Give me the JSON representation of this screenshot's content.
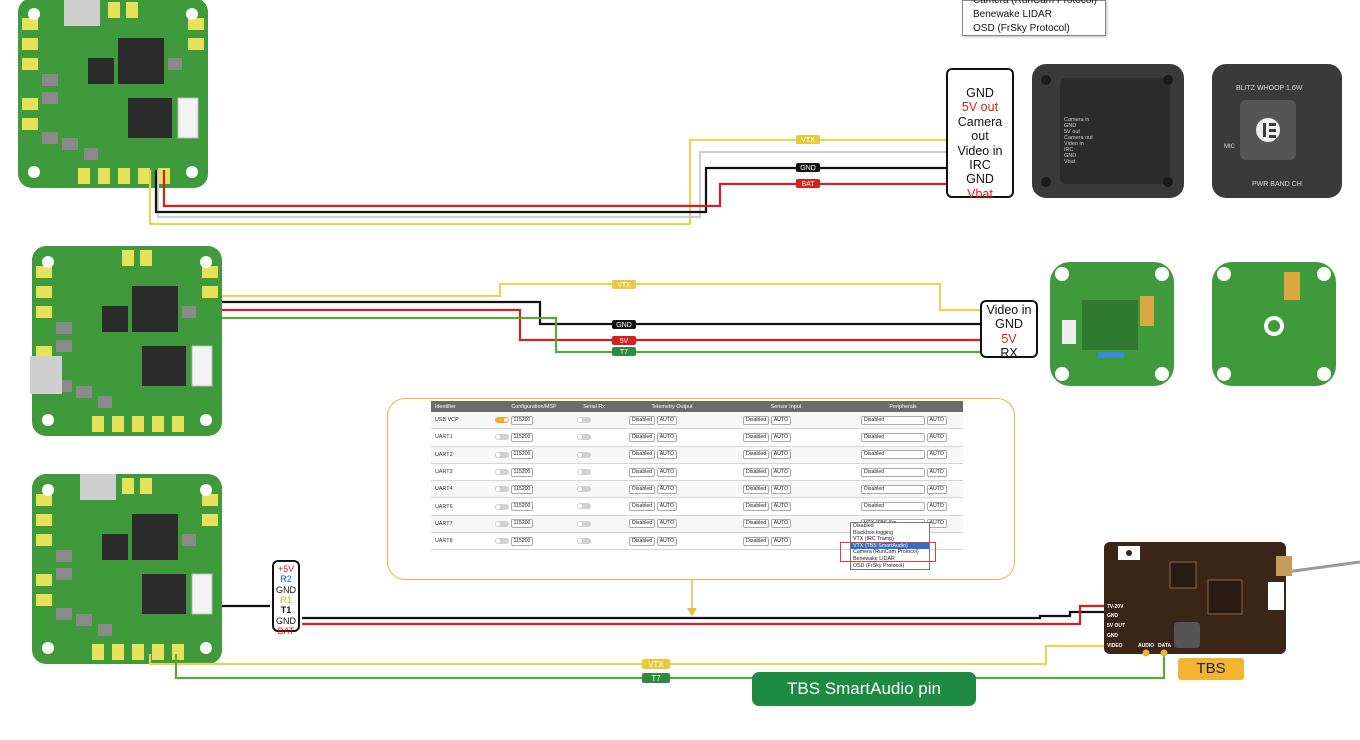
{
  "top_dropdown": {
    "items": [
      "Camera (RunCam Protocol)",
      "Benewake LIDAR",
      "OSD (FrSky Protocol)"
    ]
  },
  "section1": {
    "pin_labels": [
      {
        "text": "GND",
        "color": "#111111"
      },
      {
        "text": "5V out",
        "color": "#d42020"
      },
      {
        "text": "Camera out",
        "color": "#111111"
      },
      {
        "text": "Video in",
        "color": "#111111"
      },
      {
        "text": "IRC",
        "color": "#111111"
      },
      {
        "text": "GND",
        "color": "#111111"
      },
      {
        "text": "Vbat",
        "color": "#d42020"
      }
    ],
    "wire_tags": [
      "VTX",
      "GND",
      "BAT"
    ],
    "vtx_front_silkscreen": [
      "Camera in",
      "GND",
      "5V out",
      "Camera out",
      "Video in",
      "IRC",
      "GND",
      "Vbat"
    ],
    "vtx_back": {
      "title": "BLITZ WHOOP 1.6W",
      "mic": "MIC",
      "buttons": "PWR BAND CH"
    }
  },
  "section2": {
    "pin_labels": [
      {
        "text": "Video in",
        "color": "#111111"
      },
      {
        "text": "GND",
        "color": "#111111"
      },
      {
        "text": "5V",
        "color": "#d42020"
      },
      {
        "text": "RX",
        "color": "#111111"
      }
    ],
    "wire_tags": [
      "VTX",
      "GND",
      "5V",
      "T7"
    ]
  },
  "section3": {
    "fc_pins": [
      {
        "text": "+5V",
        "color": "#d42020"
      },
      {
        "text": "R2",
        "color": "#1a56b0"
      },
      {
        "text": "GND",
        "color": "#111111"
      },
      {
        "text": "R1",
        "color": "#d9b500"
      },
      {
        "text": "T1",
        "color": "#111111"
      },
      {
        "text": "GND",
        "color": "#111111"
      },
      {
        "text": "BAT",
        "color": "#d42020"
      }
    ],
    "tbs_pins": [
      "7V-20V",
      "GND",
      "5V OUT",
      "GND",
      "VIDEO"
    ],
    "tbs_bottom_pins": [
      "AUDIO",
      "DATA"
    ],
    "wire_tags": [
      "VTX",
      "T7"
    ],
    "tbs_badge": "TBS",
    "smartaudio_label": "TBS SmartAudio pin"
  },
  "ports_table": {
    "headers": [
      "Identifier",
      "Configuration/MSP",
      "Serial Rx",
      "Telemetry Output",
      "Sensor Input",
      "Peripherals"
    ],
    "rows": [
      {
        "id": "USB VCP",
        "msp_on": true,
        "baud": "115200",
        "rx_on": false,
        "telem": "Disabled",
        "telem_rate": "AUTO",
        "sensor": "Disabled",
        "sensor_rate": "AUTO",
        "periph": "Disabled",
        "periph_rate": "AUTO"
      },
      {
        "id": "UART1",
        "msp_on": false,
        "baud": "115200",
        "rx_on": false,
        "telem": "Disabled",
        "telem_rate": "AUTO",
        "sensor": "Disabled",
        "sensor_rate": "AUTO",
        "periph": "Disabled",
        "periph_rate": "AUTO"
      },
      {
        "id": "UART2",
        "msp_on": false,
        "baud": "115200",
        "rx_on": false,
        "telem": "Disabled",
        "telem_rate": "AUTO",
        "sensor": "Disabled",
        "sensor_rate": "AUTO",
        "periph": "Disabled",
        "periph_rate": "AUTO"
      },
      {
        "id": "UART3",
        "msp_on": false,
        "baud": "115200",
        "rx_on": false,
        "telem": "Disabled",
        "telem_rate": "AUTO",
        "sensor": "Disabled",
        "sensor_rate": "AUTO",
        "periph": "Disabled",
        "periph_rate": "AUTO"
      },
      {
        "id": "UART4",
        "msp_on": false,
        "baud": "115200",
        "rx_on": false,
        "telem": "Disabled",
        "telem_rate": "AUTO",
        "sensor": "Disabled",
        "sensor_rate": "AUTO",
        "periph": "Disabled",
        "periph_rate": "AUTO"
      },
      {
        "id": "UART6",
        "msp_on": false,
        "baud": "115200",
        "rx_on": false,
        "telem": "Disabled",
        "telem_rate": "AUTO",
        "sensor": "Disabled",
        "sensor_rate": "AUTO",
        "periph": "Disabled",
        "periph_rate": "AUTO"
      },
      {
        "id": "UART7",
        "msp_on": false,
        "baud": "115200",
        "rx_on": false,
        "telem": "Disabled",
        "telem_rate": "AUTO",
        "sensor": "Disabled",
        "sensor_rate": "AUTO",
        "periph": "VTX (TBS Sm",
        "periph_rate": "AUTO"
      },
      {
        "id": "UART8",
        "msp_on": false,
        "baud": "115200",
        "rx_on": false,
        "telem": "Disabled",
        "telem_rate": "AUTO",
        "sensor": "Disabled",
        "sensor_rate": "AUTO",
        "periph": "",
        "periph_rate": ""
      }
    ],
    "peripheral_dropdown": {
      "options": [
        "Disabled",
        "Blackbox logging",
        "VTX (IRC Tramp)",
        "VTX (TBS SmartAudio)",
        "Camera (RunCam Protocol)",
        "Benewake LIDAR",
        "OSD (FrSky Protocol)"
      ],
      "selected": "VTX (TBS SmartAudio)"
    }
  },
  "colors": {
    "vtx_wire": "#e6d35c",
    "gnd_wire": "#111111",
    "power_wire": "#d42020",
    "signal_wire": "#5aa83a",
    "pcb": "#3f9a3c",
    "pad": "#e6e25a"
  }
}
